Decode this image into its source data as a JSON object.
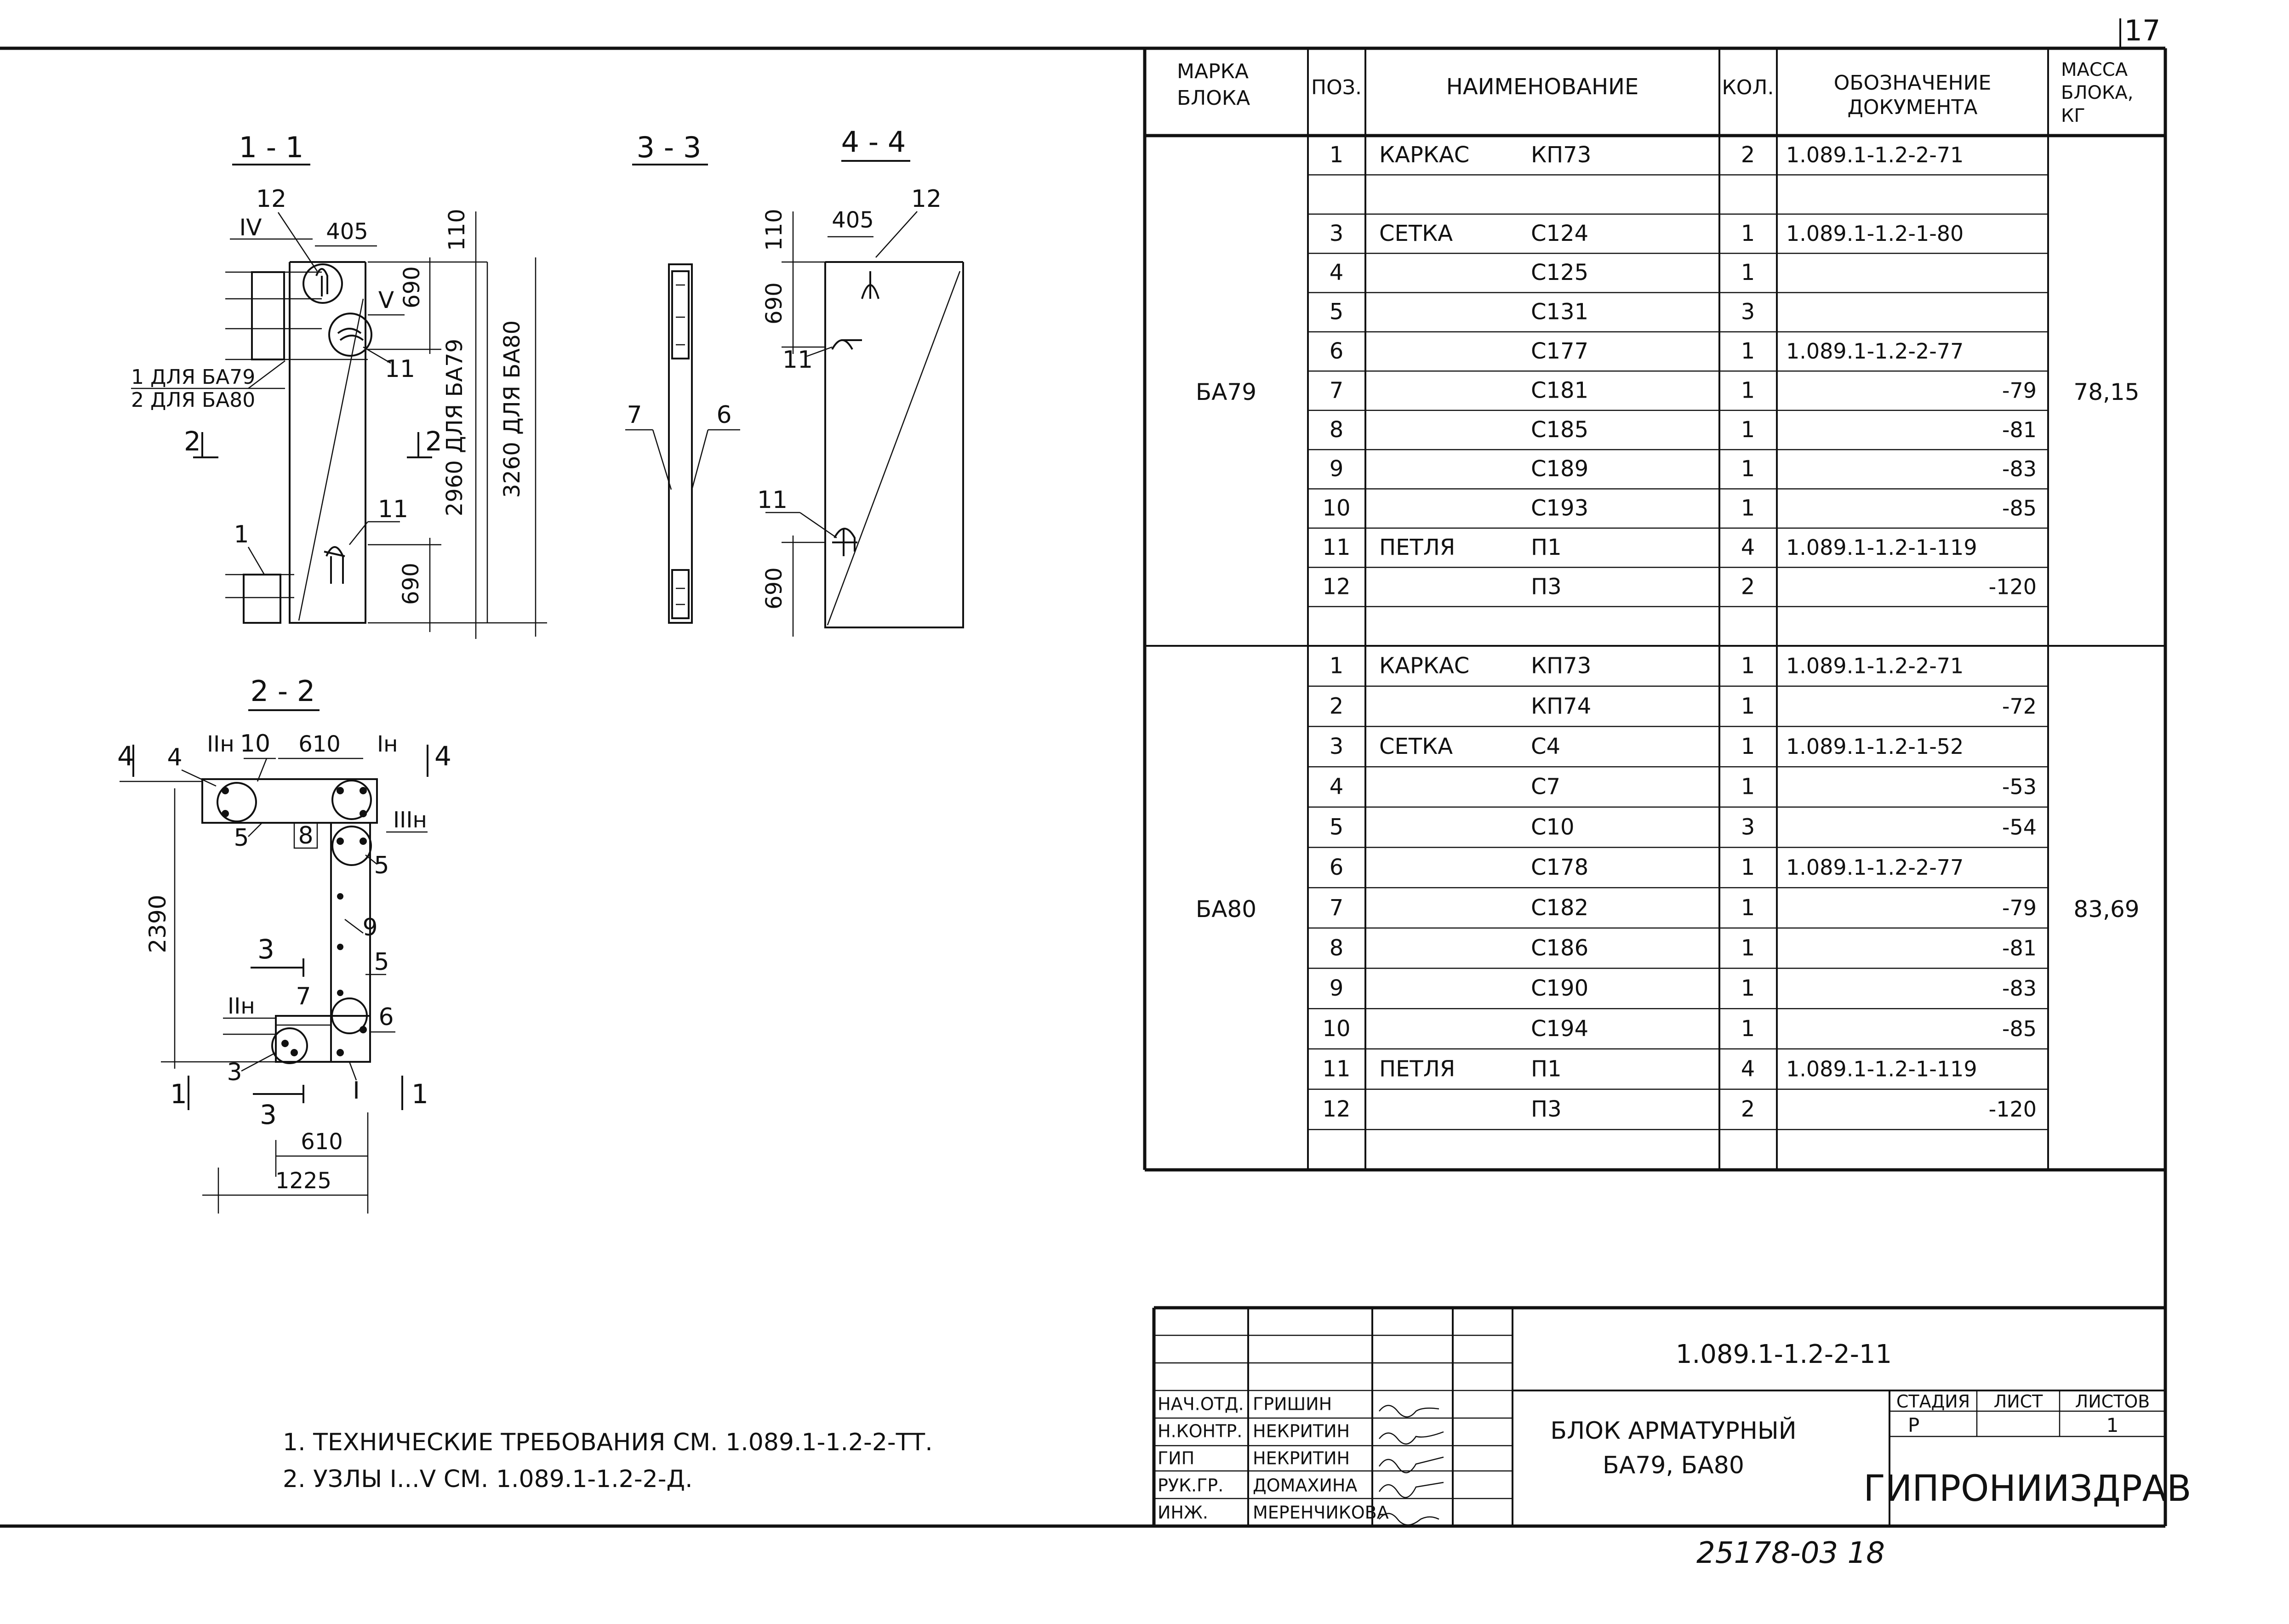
{
  "sheet": {
    "page_number": "17",
    "copy_code": "25178-03  18"
  },
  "drawing": {
    "section_1_1": "1 - 1",
    "section_3_3": "3 - 3",
    "section_4_4": "4 - 4",
    "section_2_2": "2 - 2",
    "s11": {
      "pos_12": "12",
      "node_IV": "IV",
      "dim_405": "405",
      "dim_110": "110",
      "dim_690_top": "690",
      "node_V": "V",
      "pos_11_top": "11",
      "note_1": "1 ДЛЯ БА79",
      "note_2": "2 ДЛЯ БА80",
      "cut_2_left": "2",
      "cut_2_right": "2",
      "dim_2960": "2960 ДЛЯ БА79",
      "dim_3260": "3260 ДЛЯ БА80",
      "pos_1": "1",
      "pos_11_bottom": "11",
      "dim_690_bottom": "690"
    },
    "s33": {
      "pos_7": "7",
      "pos_6": "6"
    },
    "s44": {
      "dim_110": "110",
      "dim_405": "405",
      "pos_12": "12",
      "dim_690_top": "690",
      "pos_11_top": "11",
      "pos_11_bottom": "11",
      "dim_690_bottom": "690"
    },
    "s22": {
      "cut_4_left": "4",
      "pos_4": "4",
      "node_IIn_top": "IIн",
      "pos_10": "10",
      "dim_610_top": "610",
      "node_In": "Iн",
      "cut_4_right": "4",
      "pos_5_a": "5",
      "pos_8": "8",
      "node_IIIn": "IIIн",
      "pos_5_b": "5",
      "dim_2390": "2390",
      "pos_9": "9",
      "pos_5_c": "5",
      "cut_3_top": "3",
      "node_IIn_bottom": "IIн",
      "pos_7": "7",
      "pos_6": "6",
      "pos_3": "3",
      "node_I": "I",
      "cut_1_left": "1",
      "cut_1_right": "1",
      "cut_3_bottom": "3",
      "dim_610_bottom": "610",
      "dim_1225": "1225"
    }
  },
  "spec_table": {
    "headers": {
      "mark": [
        "МАРКА",
        "БЛОКА"
      ],
      "pos": "ПОЗ.",
      "name": "НАИМЕНОВАНИЕ",
      "qty": "КОЛ.",
      "doc": [
        "ОБОЗНАЧЕНИЕ",
        "ДОКУМЕНТА"
      ],
      "mass": [
        "МАССА",
        "БЛОКА,",
        "КГ"
      ]
    },
    "groups": [
      {
        "mark": "БА79",
        "mass": "78,15",
        "rows": [
          {
            "pos": "1",
            "kind": "КАРКАС",
            "code": "КП73",
            "qty": "2",
            "doc": "1.089.1-1.2-2-71"
          },
          {
            "pos": "",
            "kind": "",
            "code": "",
            "qty": "",
            "doc": ""
          },
          {
            "pos": "3",
            "kind": "СЕТКА",
            "code": "С124",
            "qty": "1",
            "doc": "1.089.1-1.2-1-80"
          },
          {
            "pos": "4",
            "kind": "",
            "code": "С125",
            "qty": "1",
            "doc": ""
          },
          {
            "pos": "5",
            "kind": "",
            "code": "С131",
            "qty": "3",
            "doc": ""
          },
          {
            "pos": "6",
            "kind": "",
            "code": "С177",
            "qty": "1",
            "doc": "1.089.1-1.2-2-77"
          },
          {
            "pos": "7",
            "kind": "",
            "code": "С181",
            "qty": "1",
            "doc": "-79"
          },
          {
            "pos": "8",
            "kind": "",
            "code": "С185",
            "qty": "1",
            "doc": "-81"
          },
          {
            "pos": "9",
            "kind": "",
            "code": "С189",
            "qty": "1",
            "doc": "-83"
          },
          {
            "pos": "10",
            "kind": "",
            "code": "С193",
            "qty": "1",
            "doc": "-85"
          },
          {
            "pos": "11",
            "kind": "ПЕТЛЯ",
            "code": "П1",
            "qty": "4",
            "doc": "1.089.1-1.2-1-119"
          },
          {
            "pos": "12",
            "kind": "",
            "code": "П3",
            "qty": "2",
            "doc": "-120"
          },
          {
            "pos": "",
            "kind": "",
            "code": "",
            "qty": "",
            "doc": ""
          }
        ]
      },
      {
        "mark": "БА80",
        "mass": "83,69",
        "rows": [
          {
            "pos": "1",
            "kind": "КАРКАС",
            "code": "КП73",
            "qty": "1",
            "doc": "1.089.1-1.2-2-71"
          },
          {
            "pos": "2",
            "kind": "",
            "code": "КП74",
            "qty": "1",
            "doc": "-72"
          },
          {
            "pos": "3",
            "kind": "СЕТКА",
            "code": "С4",
            "qty": "1",
            "doc": "1.089.1-1.2-1-52"
          },
          {
            "pos": "4",
            "kind": "",
            "code": "С7",
            "qty": "1",
            "doc": "-53"
          },
          {
            "pos": "5",
            "kind": "",
            "code": "С10",
            "qty": "3",
            "doc": "-54"
          },
          {
            "pos": "6",
            "kind": "",
            "code": "С178",
            "qty": "1",
            "doc": "1.089.1-1.2-2-77"
          },
          {
            "pos": "7",
            "kind": "",
            "code": "С182",
            "qty": "1",
            "doc": "-79"
          },
          {
            "pos": "8",
            "kind": "",
            "code": "С186",
            "qty": "1",
            "doc": "-81"
          },
          {
            "pos": "9",
            "kind": "",
            "code": "С190",
            "qty": "1",
            "doc": "-83"
          },
          {
            "pos": "10",
            "kind": "",
            "code": "С194",
            "qty": "1",
            "doc": "-85"
          },
          {
            "pos": "11",
            "kind": "ПЕТЛЯ",
            "code": "П1",
            "qty": "4",
            "doc": "1.089.1-1.2-1-119"
          },
          {
            "pos": "12",
            "kind": "",
            "code": "П3",
            "qty": "2",
            "doc": "-120"
          },
          {
            "pos": "",
            "kind": "",
            "code": "",
            "qty": "",
            "doc": ""
          }
        ]
      }
    ]
  },
  "notes": {
    "line_1": "1. ТЕХНИЧЕСКИЕ  ТРЕБОВАНИЯ  СМ. 1.089.1-1.2-2-ТТ.",
    "line_2": "2. УЗЛЫ I...V  СМ. 1.089.1-1.2-2-Д."
  },
  "title_block": {
    "doc_code": "1.089.1-1.2-2-11",
    "title_1": "БЛОК АРМАТУРНЫЙ",
    "title_2": "БА79, БА80",
    "stage_header": "СТАДИЯ",
    "sheet_header": "ЛИСТ",
    "sheets_header": "ЛИСТОВ",
    "stage": "Р",
    "sheet": "",
    "sheets": "1",
    "org": "ГИПРОНИИЗДРАВ",
    "staff": [
      {
        "role": "НАЧ.ОТД.",
        "name": "ГРИШИН"
      },
      {
        "role": "Н.КОНТР.",
        "name": "НЕКРИТИН"
      },
      {
        "role": "ГИП",
        "name": "НЕКРИТИН"
      },
      {
        "role": "РУК.ГР.",
        "name": "ДОМАХИНА"
      },
      {
        "role": "ИНЖ.",
        "name": "МЕРЕНЧИКОВА"
      }
    ]
  }
}
